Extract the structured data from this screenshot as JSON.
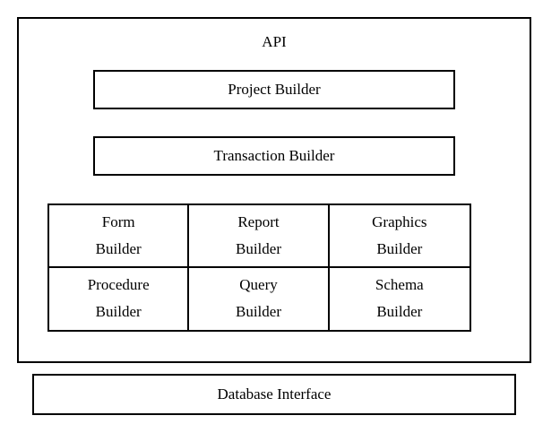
{
  "colors": {
    "background": "#ffffff",
    "border": "#000000",
    "text": "#000000"
  },
  "diagram": {
    "api_label": "API",
    "project_builder_label": "Project Builder",
    "transaction_builder_label": "Transaction Builder",
    "database_interface_label": "Database Interface",
    "grid": {
      "cells": [
        {
          "line1": "Form",
          "line2": "Builder"
        },
        {
          "line1": "Report",
          "line2": "Builder"
        },
        {
          "line1": "Graphics",
          "line2": "Builder"
        },
        {
          "line1": "Procedure",
          "line2": "Builder"
        },
        {
          "line1": "Query",
          "line2": "Builder"
        },
        {
          "line1": "Schema",
          "line2": "Builder"
        }
      ]
    }
  }
}
